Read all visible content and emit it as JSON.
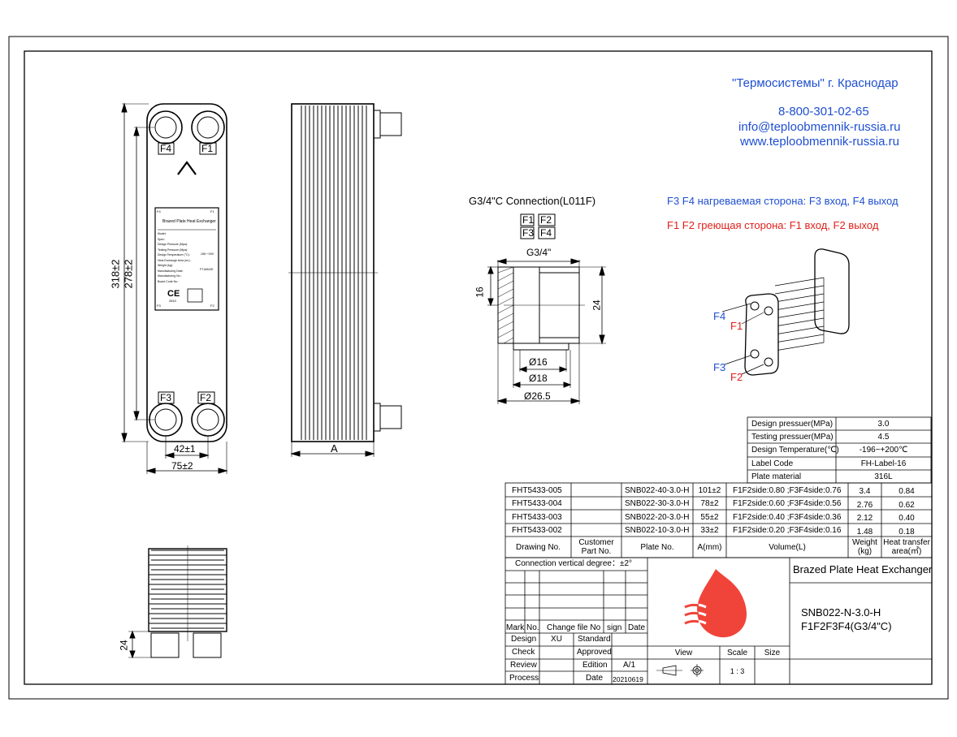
{
  "company": {
    "name": "\"Термосистемы\" г. Краснодар",
    "phone": "8-800-301-02-65",
    "email": "info@teploobmennik-russia.ru",
    "website": "www.teploobmennik-russia.ru"
  },
  "notes": {
    "heated_side": "F3 F4 нагреваемая сторона: F3  вход, F4 выход",
    "heating_side": "F1 F2 греющая сторона: F1  вход, F2 выход"
  },
  "connection": {
    "title": "G3/4\"C Connection(L011F)",
    "ports_row1": [
      "F1",
      "F2"
    ],
    "ports_row2": [
      "F3",
      "F4"
    ],
    "dims": {
      "thread": "G3/4\"",
      "len16": "16",
      "len24": "24",
      "d16": "Ø16",
      "d18": "Ø18",
      "d265": "Ø26.5"
    }
  },
  "front_view": {
    "ports": [
      "F4",
      "F1",
      "F3",
      "F2"
    ],
    "dims": {
      "height_total": "318±2",
      "height_ports": "278±2",
      "width_ports": "42±1",
      "width_total": "75±2"
    },
    "label": {
      "title": "Brazed Plate Heat Exchanger",
      "lines": [
        "Model:",
        "Spec:",
        "Design Pressure (Mpa):",
        "Testing Pressure (Mpa):",
        "Design Temperature (°C):",
        "Heat Exchange Area (m²):",
        "Weight (kg):",
        "Manufacturing Date:",
        "Manufacturing No.:",
        "Board Code No.:"
      ],
      "temp_value": "-196~+200",
      "code_value": "FT-MA000",
      "ce": "CE",
      "ce_num": "2810",
      "corner_tl": "F4",
      "corner_tr": "F1",
      "corner_bl": "F3",
      "corner_br": "F2"
    }
  },
  "side_view": {
    "dim_a": "A"
  },
  "bottom_view": {
    "dim_24": "24"
  },
  "iso_view": {
    "labels": [
      "F4",
      "F1",
      "F3",
      "F2"
    ]
  },
  "spec_table": [
    {
      "label": "Design pressuer(MPa)",
      "value": "3.0"
    },
    {
      "label": "Testing pressuer(MPa)",
      "value": "4.5"
    },
    {
      "label": "Design Temperature(℃)",
      "value": "-196~+200℃"
    },
    {
      "label": "Label Code",
      "value": "FH-Label-16"
    },
    {
      "label": "Plate material",
      "value": "316L"
    }
  ],
  "models_table": {
    "rows": [
      [
        "FHT5433-005",
        "",
        "SNB022-40-3.0-H",
        "101±2",
        "F1F2side:0.80 ;F3F4side:0.76",
        "3.4",
        "0.84"
      ],
      [
        "FHT5433-004",
        "",
        "SNB022-30-3.0-H",
        "78±2",
        "F1F2side:0.60 ;F3F4side:0.56",
        "2.76",
        "0.62"
      ],
      [
        "FHT5433-003",
        "",
        "SNB022-20-3.0-H",
        "55±2",
        "F1F2side:0.40 ;F3F4side:0.36",
        "2.12",
        "0.40"
      ],
      [
        "FHT5433-002",
        "",
        "SNB022-10-3.0-H",
        "33±2",
        "F1F2side:0.20 ;F3F4side:0.16",
        "1.48",
        "0.18"
      ]
    ],
    "headers": {
      "drawing_no": "Drawing No.",
      "customer_1": "Customer",
      "customer_2": "Part No.",
      "plate_no": "Plate No.",
      "a": "A(mm)",
      "volume": "Volume(L)",
      "weight_1": "Weight",
      "weight_2": "(kg)",
      "heat_1": "Heat transfer",
      "heat_2": "area(㎡)"
    }
  },
  "title_block": {
    "connection_degree": "Connection vertical degree：±2°",
    "product_name": "Brazed Plate Heat Exchanger",
    "model_line1": "SNB022-N-3.0-H",
    "model_line2": "F1F2F3F4(G3/4\"C)",
    "mark": "Mark",
    "no": "No.",
    "change_file_no": "Change file No",
    "sign": "sign",
    "date": "Date",
    "design": "Design",
    "design_value": "XU",
    "standard": "Standard",
    "check": "Check",
    "approved": "Approved",
    "review": "Review",
    "edition": "Edition",
    "edition_value": "A/1",
    "process": "Process",
    "date_label": "Date",
    "date_value": "20210619",
    "view": "View",
    "scale": "Scale",
    "size": "Size",
    "scale_value": "1 : 3"
  },
  "colors": {
    "blue": "#1f4fd1",
    "red": "#e0201a",
    "logo": "#f0443a"
  }
}
